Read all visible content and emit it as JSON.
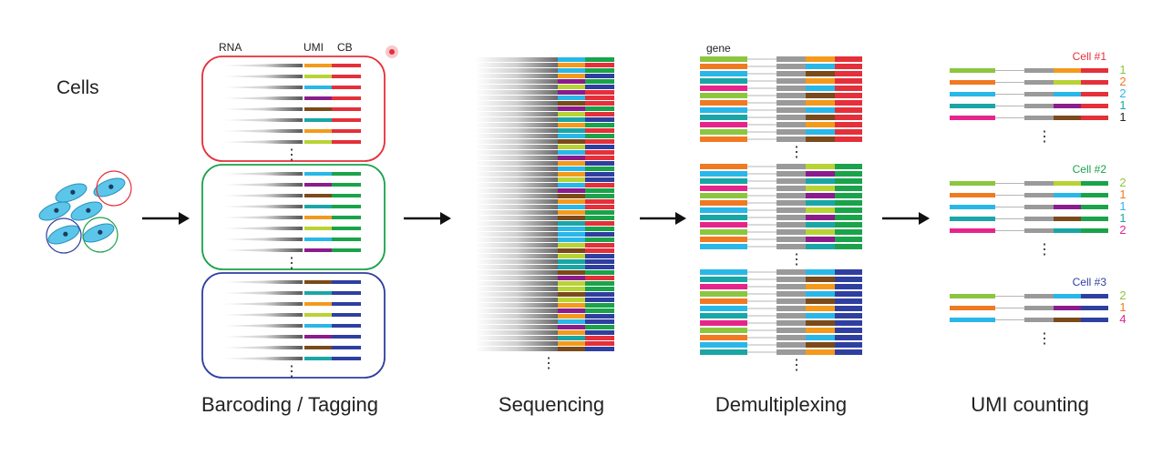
{
  "cells_label": "Cells",
  "column_headers": {
    "rna": "RNA",
    "umi": "UMI",
    "cb": "CB",
    "gene": "gene"
  },
  "stage_labels": {
    "barcoding": "Barcoding / Tagging",
    "sequencing": "Sequencing",
    "demultiplexing": "Demultiplexing",
    "umi_counting": "UMI counting"
  },
  "colors": {
    "cell_1": "#e4303a",
    "cell_2": "#1aa34a",
    "cell_3": "#2f3fa0",
    "cell_fill": "#5bc6ea",
    "umi_orange": "#f39a1c",
    "umi_lime": "#b8d334",
    "umi_cyan": "#29b7e8",
    "umi_purple": "#8a1c8c",
    "umi_brown": "#7b4a1a",
    "umi_teal": "#1aa6a6",
    "gene_green": "#8cc63f",
    "gene_orange": "#f07a22",
    "gene_cyan": "#29b7e8",
    "gene_teal": "#1aa6a6",
    "gene_magenta": "#e6258c",
    "read_grey": "#9a9a9a",
    "ellipsis": "⋮"
  },
  "umi_cells": [
    {
      "title": "Cell #1",
      "color": "#e4303a",
      "counts": [
        {
          "value": "1",
          "color": "#8cc63f"
        },
        {
          "value": "2",
          "color": "#f07a22"
        },
        {
          "value": "2",
          "color": "#29b7e8"
        },
        {
          "value": "1",
          "color": "#1aa6a6"
        },
        {
          "value": "1",
          "color": "#222222"
        }
      ]
    },
    {
      "title": "Cell #2",
      "color": "#1aa34a",
      "counts": [
        {
          "value": "2",
          "color": "#8cc63f"
        },
        {
          "value": "1",
          "color": "#f07a22"
        },
        {
          "value": "1",
          "color": "#29b7e8"
        },
        {
          "value": "1",
          "color": "#1aa6a6"
        },
        {
          "value": "2",
          "color": "#e6258c"
        }
      ]
    },
    {
      "title": "Cell #3",
      "color": "#2f3fa0",
      "counts": [
        {
          "value": "2",
          "color": "#8cc63f"
        },
        {
          "value": "1",
          "color": "#f07a22"
        },
        {
          "value": "4",
          "color": "#e6258c"
        }
      ]
    }
  ]
}
